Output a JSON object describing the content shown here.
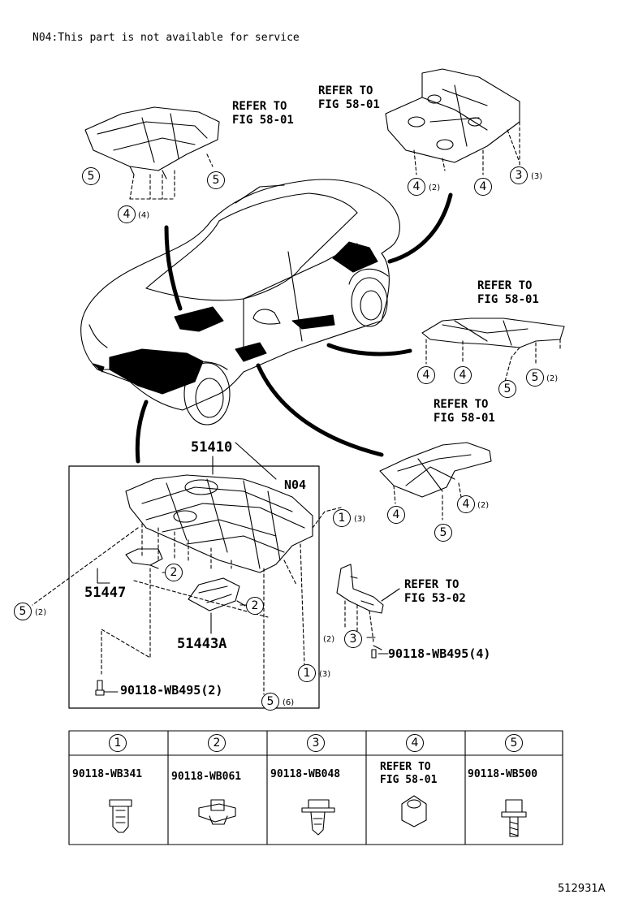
{
  "note": "N04:This part is not available for service",
  "refs": {
    "r1": "REFER TO\nFIG 58-01",
    "r2": "REFER TO\nFIG 58-01",
    "r3": "REFER TO\nFIG 58-01",
    "r4": "REFER TO\nFIG 58-01",
    "r5": "REFER TO\nFIG 53-02"
  },
  "parts": {
    "main": "51410",
    "n04": "N04",
    "p51447": "51447",
    "p51443a": "51443A",
    "bolt_left": "90118-WB495(2)",
    "bolt_right": "90118-WB495(4)"
  },
  "callouts": {
    "one": "1",
    "two": "2",
    "three": "3",
    "four": "4",
    "five": "5",
    "q2": "(2)",
    "q3": "(3)",
    "q4": "(4)",
    "q6": "(6)"
  },
  "legend": {
    "cells": [
      {
        "num": "1",
        "label": "90118-WB341"
      },
      {
        "num": "2",
        "label": "90118-WB061"
      },
      {
        "num": "3",
        "label": "90118-WB048"
      },
      {
        "num": "4",
        "label": "REFER TO\nFIG 58-01"
      },
      {
        "num": "5",
        "label": "90118-WB500"
      }
    ]
  },
  "figure_id": "512931A"
}
